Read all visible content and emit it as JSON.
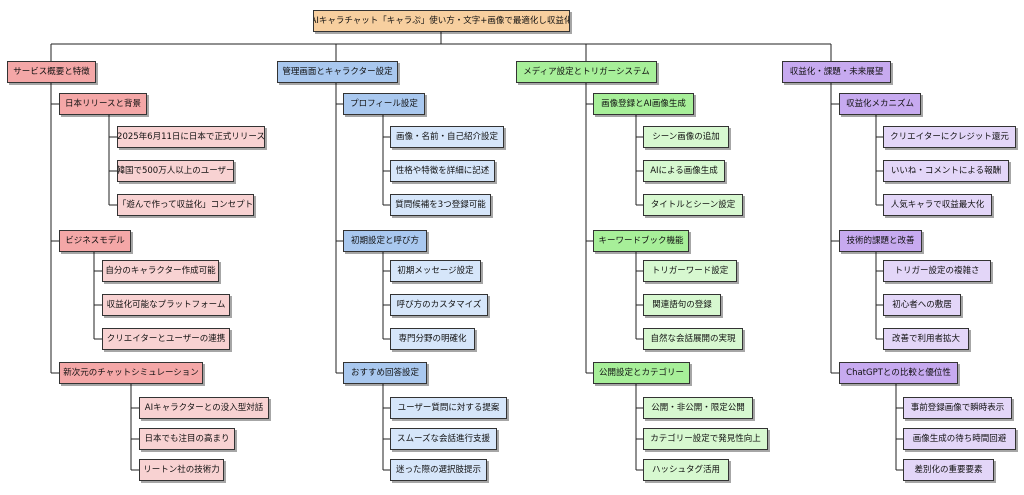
{
  "root": "AIキャラチャット「キャラぷ」使い方・文字+画像で最適化し収益化",
  "branches": [
    {
      "label": "サービス概要と特徴",
      "children": [
        {
          "label": "日本リリースと背景",
          "items": [
            "2025年6月11日に日本で正式リリース",
            "韓国で500万人以上のユーザー",
            "「遊んで作って収益化」コンセプト"
          ]
        },
        {
          "label": "ビジネスモデル",
          "items": [
            "自分のキャラクター作成可能",
            "収益化可能なプラットフォーム",
            "クリエイターとユーザーの連携"
          ]
        },
        {
          "label": "新次元のチャットシミュレーション",
          "items": [
            "AIキャラクターとの没入型対話",
            "日本でも注目の高まり",
            "リートン社の技術力"
          ]
        }
      ]
    },
    {
      "label": "管理画面とキャラクター設定",
      "children": [
        {
          "label": "プロフィール設定",
          "items": [
            "画像・名前・自己紹介設定",
            "性格や特徴を詳細に記述",
            "質問候補を3つ登録可能"
          ]
        },
        {
          "label": "初期設定と呼び方",
          "items": [
            "初期メッセージ設定",
            "呼び方のカスタマイズ",
            "専門分野の明確化"
          ]
        },
        {
          "label": "おすすめ回答設定",
          "items": [
            "ユーザー質問に対する提案",
            "スムーズな会話進行支援",
            "迷った際の選択肢提示"
          ]
        }
      ]
    },
    {
      "label": "メディア設定とトリガーシステム",
      "children": [
        {
          "label": "画像登録とAI画像生成",
          "items": [
            "シーン画像の追加",
            "AIによる画像生成",
            "タイトルとシーン設定"
          ]
        },
        {
          "label": "キーワードブック機能",
          "items": [
            "トリガーワード設定",
            "関連語句の登録",
            "自然な会話展開の実現"
          ]
        },
        {
          "label": "公開設定とカテゴリー",
          "items": [
            "公開・非公開・限定公開",
            "カテゴリー設定で発見性向上",
            "ハッシュタグ活用"
          ]
        }
      ]
    },
    {
      "label": "収益化・課題・未来展望",
      "children": [
        {
          "label": "収益化メカニズム",
          "items": [
            "クリエイターにクレジット還元",
            "いいね・コメントによる報酬",
            "人気キャラで収益最大化"
          ]
        },
        {
          "label": "技術的課題と改善",
          "items": [
            "トリガー設定の複雑さ",
            "初心者への敷居",
            "改善で利用者拡大"
          ]
        },
        {
          "label": "ChatGPTとの比較と優位性",
          "items": [
            "事前登録画像で瞬時表示",
            "画像生成の待ち時間回避",
            "差別化の重要要素"
          ]
        }
      ]
    }
  ],
  "colors": {
    "root": "#f7cf9f",
    "branch_1": "#f4a7a7",
    "branch_1_light": "#f8d2d2",
    "branch_2": "#a9c8ef",
    "branch_2_light": "#d6e6fa",
    "branch_3": "#a7ef99",
    "branch_3_light": "#d7f8d0",
    "branch_4": "#c7aaf0",
    "branch_4_light": "#e3d6f8",
    "line": "#222222"
  }
}
